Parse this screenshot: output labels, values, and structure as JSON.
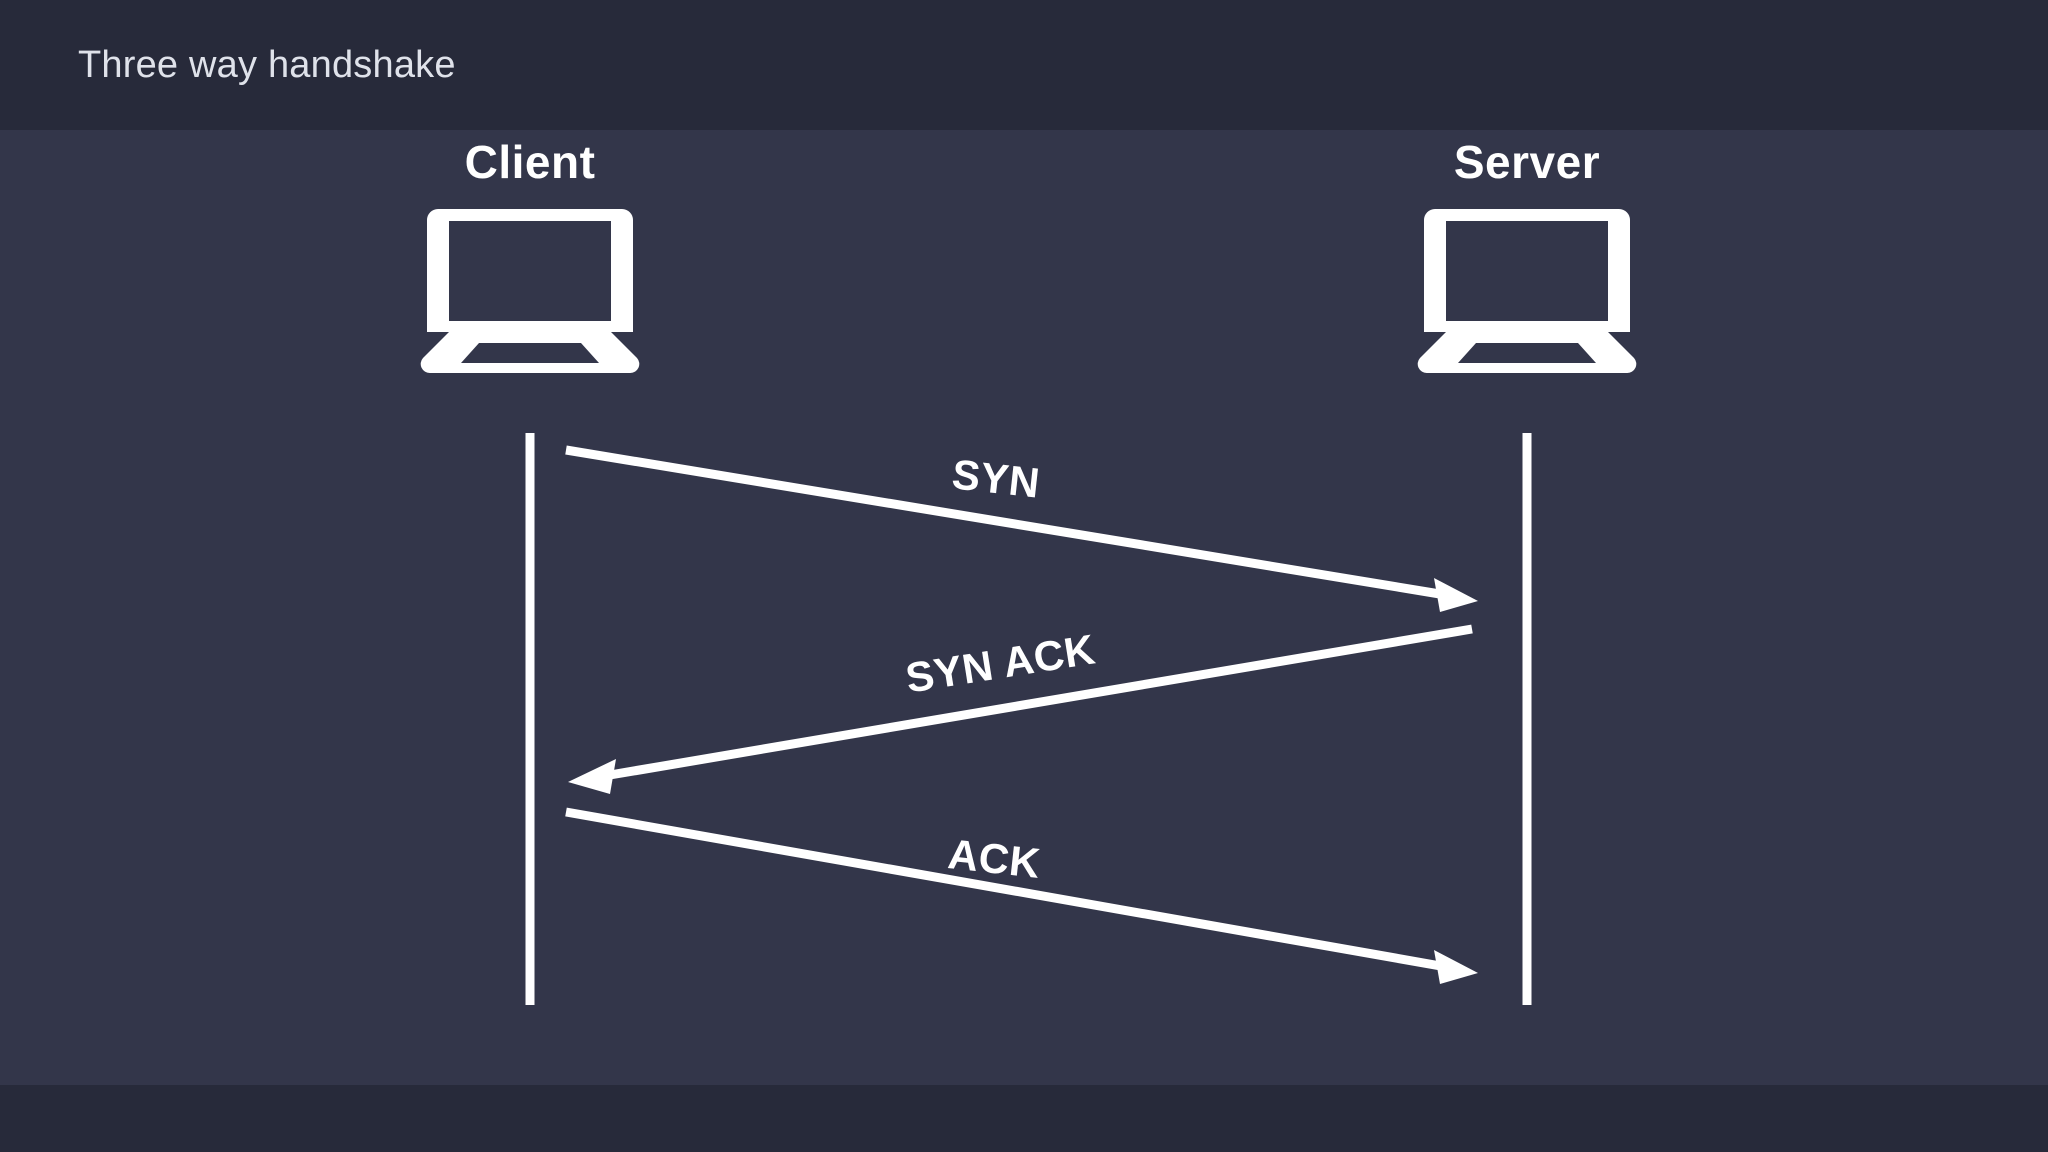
{
  "slide": {
    "title": "Three way handshake",
    "background_color": "#33364a",
    "band_color": "#272a3a",
    "stroke_color": "#ffffff",
    "title_color": "#dfe2ea"
  },
  "nodes": [
    {
      "id": "client",
      "label": "Client",
      "icon": "laptop-icon"
    },
    {
      "id": "server",
      "label": "Server",
      "icon": "laptop-icon"
    }
  ],
  "messages": [
    {
      "id": "syn",
      "label": "SYN",
      "from": "client",
      "to": "server",
      "direction": "right",
      "order": 1
    },
    {
      "id": "synack",
      "label": "SYN ACK",
      "from": "server",
      "to": "client",
      "direction": "left",
      "order": 2
    },
    {
      "id": "ack",
      "label": "ACK",
      "from": "client",
      "to": "server",
      "direction": "right",
      "order": 3
    }
  ],
  "chart_data": {
    "type": "diagram",
    "diagram_kind": "sequence",
    "title": "Three way handshake",
    "participants": [
      "Client",
      "Server"
    ],
    "steps": [
      {
        "step": 1,
        "label": "SYN",
        "source": "Client",
        "target": "Server"
      },
      {
        "step": 2,
        "label": "SYN ACK",
        "source": "Server",
        "target": "Client"
      },
      {
        "step": 3,
        "label": "ACK",
        "source": "Client",
        "target": "Server"
      }
    ]
  }
}
